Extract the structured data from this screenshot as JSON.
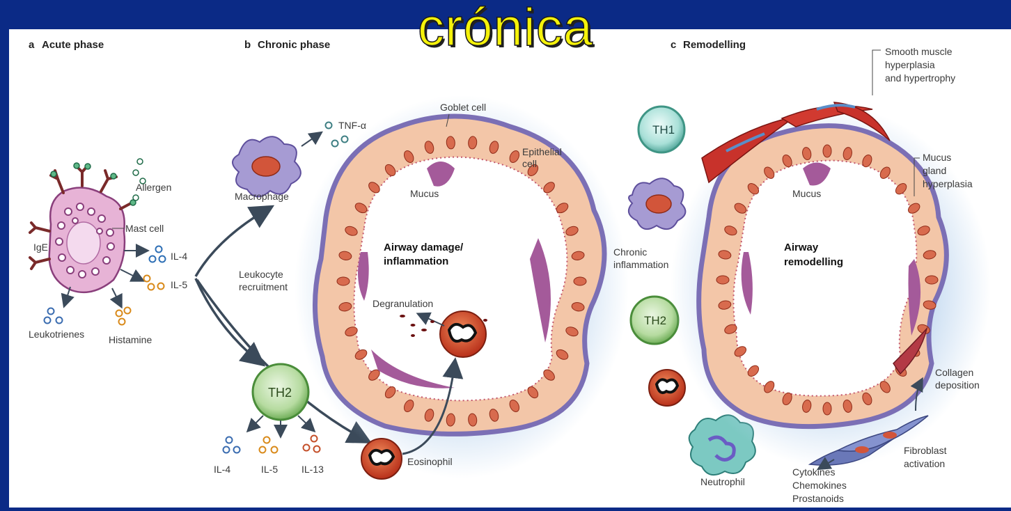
{
  "slide": {
    "title": "crónica"
  },
  "panels": {
    "a": {
      "letter": "a",
      "title": "Acute phase"
    },
    "b": {
      "letter": "b",
      "title": "Chronic phase"
    },
    "c": {
      "letter": "c",
      "title": "Remodelling"
    }
  },
  "acute": {
    "allergen": "Allergen",
    "mast_cell": "Mast cell",
    "ige": "IgE",
    "il4": "IL-4",
    "il5": "IL-5",
    "leukotrienes": "Leukotrienes",
    "histamine": "Histamine"
  },
  "chronic": {
    "tnf": "TNF-α",
    "macrophage": "Macrophage",
    "recruitment_line1": "Leukocyte",
    "recruitment_line2": "recruitment",
    "th2": "TH2",
    "il4": "IL-4",
    "il5": "IL-5",
    "il13": "IL-13",
    "goblet_cell": "Goblet cell",
    "epithelial_line1": "Epithelial",
    "epithelial_line2": "cell",
    "mucus": "Mucus",
    "damage_line1": "Airway damage/",
    "damage_line2": "inflammation",
    "degranulation": "Degranulation",
    "eosinophil": "Eosinophil"
  },
  "remodelling": {
    "th1": "TH1",
    "chronic_inflammation_line1": "Chronic",
    "chronic_inflammation_line2": "inflammation",
    "th2": "TH2",
    "neutrophil": "Neutrophil",
    "smooth_muscle_line1": "Smooth muscle",
    "smooth_muscle_line2": "hyperplasia",
    "smooth_muscle_line3": "and hypertrophy",
    "mucus": "Mucus",
    "mucus_gland_line1": "Mucus",
    "mucus_gland_line2": "gland",
    "mucus_gland_line3": "hyperplasia",
    "airway_line1": "Airway",
    "airway_line2": "remodelling",
    "collagen_line1": "Collagen",
    "collagen_line2": "deposition",
    "fibroblast_line1": "Fibroblast",
    "fibroblast_line2": "activation",
    "cytokines": "Cytokines",
    "chemokines": "Chemokines",
    "prostanoids": "Prostanoids"
  },
  "colors": {
    "slide_background": "#0b2a86",
    "title_fill": "#f5f20a",
    "airway_wall": "#f3c6a8",
    "nucleus": "#c9543a",
    "mucus": "#a45a9a",
    "glow": "#b9d3ee"
  }
}
